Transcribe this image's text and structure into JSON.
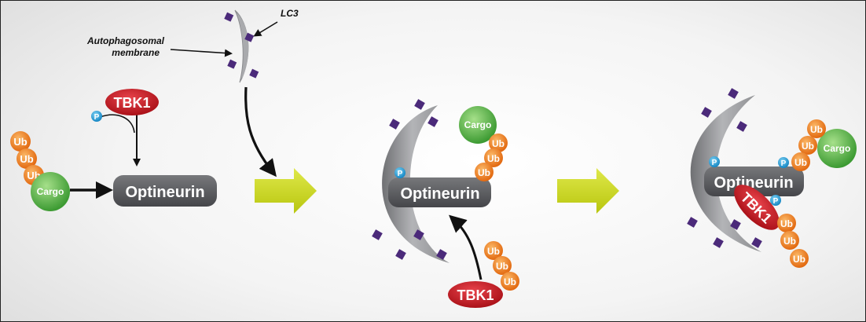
{
  "labels": {
    "optineurin": "Optineurin",
    "tbk1": "TBK1",
    "cargo": "Cargo",
    "ub": "Ub",
    "p": "P",
    "lc3": "LC3",
    "membrane_line1": "Autophagosomal",
    "membrane_line2": "membrane"
  },
  "colors": {
    "optineurin": "#58595b",
    "tbk1": "#c0131b",
    "ub": "#f07f1d",
    "cargo": "#54b947",
    "phospho": "#1b9fd9",
    "lc3": "#4b2a7a",
    "membrane": "#9fa1a4",
    "step_arrow": "#cfdc1c"
  }
}
